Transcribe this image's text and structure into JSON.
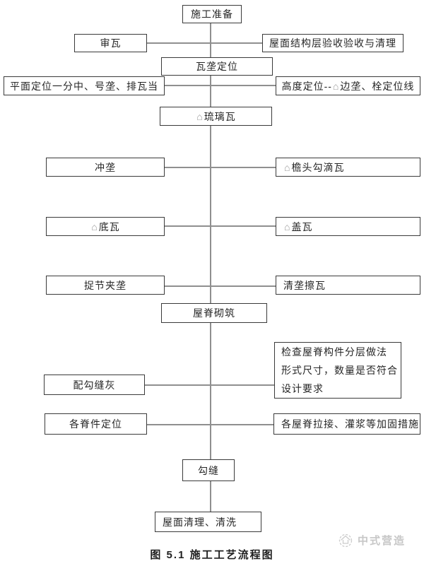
{
  "icons": {
    "tile_glyph": "⌂",
    "watermark_logo": "house-sketch-icon"
  },
  "colors": {
    "background": "#ffffff",
    "box_border": "#3a3a3a",
    "connector_line": "#8f8f8f",
    "text": "#262626",
    "glyph": "#9b9b9b",
    "watermark": "#c7c7c7"
  },
  "flow": {
    "prep": {
      "label": "施工准备"
    },
    "shen_wa": {
      "label": "审瓦"
    },
    "roof_acceptance": {
      "label": "屋面结构层验收验收与清理"
    },
    "tile_ridge_positioning": {
      "label": "瓦垄定位"
    },
    "plane_positioning": {
      "label": "平面定位一分中、号垄、排瓦当"
    },
    "height_positioning": {
      "pre": "高度定位--",
      "post": "边垄、栓定位线"
    },
    "glazed_tile": {
      "post": "琉璃瓦"
    },
    "chong_long": {
      "label": "冲垄"
    },
    "eave_tile": {
      "post": "檐头勾滴瓦"
    },
    "bottom_tile": {
      "post": "底瓦"
    },
    "cover_tile": {
      "post": "盖瓦"
    },
    "zhuo_jie": {
      "label": "捉节夹垄"
    },
    "qing_long": {
      "label": "清垄擦瓦"
    },
    "ridge_masonry": {
      "label": "屋脊砌筑"
    },
    "check": {
      "lines": [
        "检查屋脊构件分层做法",
        "形式尺寸，数量是否符合",
        "设计要求"
      ]
    },
    "pointing_mortar": {
      "label": "配勾缝灰"
    },
    "ridge_parts_positioning": {
      "label": "各脊件定位"
    },
    "ridge_reinforce": {
      "label": "各屋脊拉接、灌浆等加固措施"
    },
    "pointing": {
      "label": "勾缝"
    },
    "roof_cleaning": {
      "label": "屋面清理、清洗"
    }
  },
  "figure": {
    "caption": "图 5.1  施工工艺流程图",
    "watermark_text": "中式营造"
  }
}
